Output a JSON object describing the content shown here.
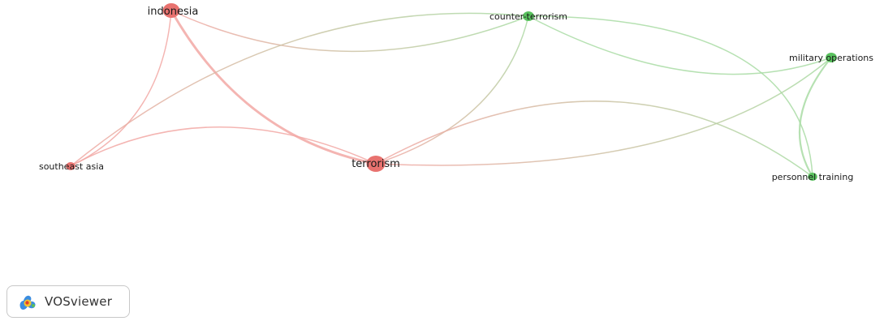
{
  "network": {
    "clusters": {
      "1": {
        "color": "#e8726f",
        "edge_color": "#f2a8a4"
      },
      "2": {
        "color": "#59c25e",
        "edge_color": "#a9dca4"
      }
    },
    "nodes": [
      {
        "id": "indonesia",
        "label": "indonesia",
        "cluster": 1,
        "weight": 3
      },
      {
        "id": "terrorism",
        "label": "terrorism",
        "cluster": 1,
        "weight": 3
      },
      {
        "id": "southeast-asia",
        "label": "southeast asia",
        "cluster": 1,
        "weight": 1
      },
      {
        "id": "counter-terrorism",
        "label": "counter-terrorism",
        "cluster": 2,
        "weight": 2
      },
      {
        "id": "military-operations",
        "label": "military operations",
        "cluster": 2,
        "weight": 2
      },
      {
        "id": "personnel-training",
        "label": "personnel training",
        "cluster": 2,
        "weight": 1
      }
    ],
    "links": [
      {
        "source": "indonesia",
        "target": "terrorism",
        "strength": 3
      },
      {
        "source": "indonesia",
        "target": "southeast-asia",
        "strength": 1
      },
      {
        "source": "indonesia",
        "target": "counter-terrorism",
        "strength": 1
      },
      {
        "source": "southeast-asia",
        "target": "terrorism",
        "strength": 1
      },
      {
        "source": "southeast-asia",
        "target": "counter-terrorism",
        "strength": 1
      },
      {
        "source": "counter-terrorism",
        "target": "terrorism",
        "strength": 1
      },
      {
        "source": "counter-terrorism",
        "target": "military-operations",
        "strength": 1
      },
      {
        "source": "counter-terrorism",
        "target": "personnel-training",
        "strength": 1
      },
      {
        "source": "military-operations",
        "target": "personnel-training",
        "strength": 2
      },
      {
        "source": "military-operations",
        "target": "terrorism",
        "strength": 1
      },
      {
        "source": "terrorism",
        "target": "personnel-training",
        "strength": 1
      }
    ]
  },
  "branding": {
    "label": "VOSviewer",
    "icon": "vosviewer-logo-icon"
  }
}
